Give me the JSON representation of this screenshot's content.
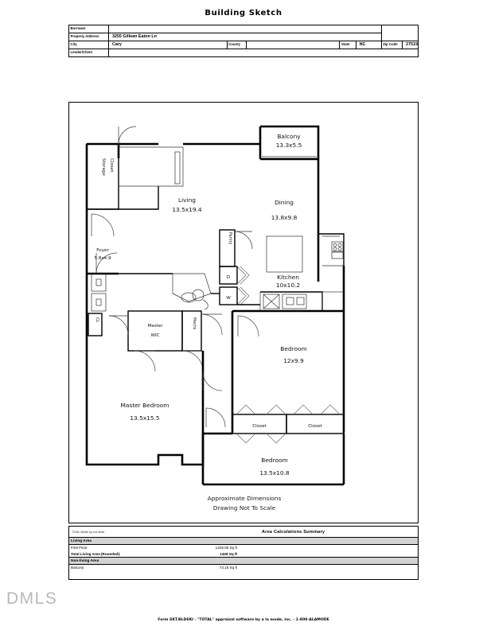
{
  "document": {
    "title": "Building Sketch"
  },
  "header": {
    "rows": [
      {
        "label": "Borrower",
        "value": ""
      },
      {
        "label": "Property Address",
        "value": "3255 Gillean Eaton Ln"
      },
      {
        "label": "City",
        "value": "Cary",
        "county_label": "County",
        "county_value": "",
        "state_label": "State",
        "state_value": "NC",
        "zip_label": "Zip Code",
        "zip_value": "27519"
      },
      {
        "label": "Lender/Client",
        "value": ""
      }
    ]
  },
  "sketch": {
    "rooms": [
      {
        "name": "Balcony",
        "dim": "13.3x5.5"
      },
      {
        "name": "Living",
        "dim": "13.5x19.4"
      },
      {
        "name": "Dining",
        "dim": "13.8x9.8"
      },
      {
        "name": "Kitchen",
        "dim": "10x10.2"
      },
      {
        "name": "Foyer",
        "dim": "5.8x4.9"
      },
      {
        "name": "Master Bedroom",
        "dim": "13.5x15.5"
      },
      {
        "name": "Bedroom",
        "dim": "12x9.9"
      },
      {
        "name": "Bedroom",
        "dim": "13.5x10.8"
      }
    ],
    "small_labels": {
      "storage": "Storage",
      "closet": "Closet",
      "pantry": "Pantry",
      "master_wic_line1": "Master",
      "master_wic_line2": "WIC",
      "mechs": "Mechs",
      "cl": "CL",
      "dryer": "D",
      "washer": "W",
      "closet_left": "Closet",
      "closet_right": "Closet"
    },
    "notes": {
      "line1": "Approximate Dimensions",
      "line2": "Drawing Not To Scale"
    }
  },
  "area_summary": {
    "sketch_note": "TOTAL Sketch by a la mode",
    "title": "Area Calculations Summary",
    "sections": [
      {
        "header": "Living Area",
        "rows": [
          {
            "label": "First Floor",
            "value": "1428.05 Sq ft",
            "bold": false
          },
          {
            "label": "Total Living Area (Rounded):",
            "value": "1428 Sq ft",
            "bold": true
          }
        ]
      },
      {
        "header": "Non-living Area",
        "rows": [
          {
            "label": "Balcony",
            "value": "73.15 Sq ft",
            "bold": false
          }
        ]
      }
    ]
  },
  "footer": {
    "logo": "DMLS",
    "form_line": "Form SKT.BLDSKI - \"TOTAL\" appraisal software by a la mode, inc. - 1-800-ALAMODE"
  }
}
